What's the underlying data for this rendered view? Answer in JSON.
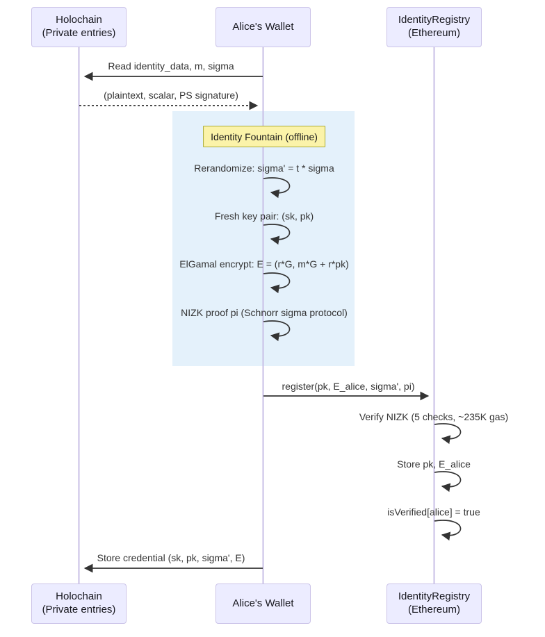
{
  "diagram_type": "sequence-diagram",
  "actors": [
    {
      "name": "Holochain",
      "sub": "(Private entries)"
    },
    {
      "name": "Alice's Wallet"
    },
    {
      "name": "IdentityRegistry",
      "sub": "(Ethereum)"
    }
  ],
  "note": {
    "label": "Identity Fountain (offline)"
  },
  "messages": [
    {
      "text": "Read identity_data, m, sigma",
      "from": "Alice's Wallet",
      "to": "Holochain",
      "line": "solid"
    },
    {
      "text": "(plaintext, scalar, PS signature)",
      "from": "Holochain",
      "to": "Alice's Wallet",
      "line": "dashed"
    },
    {
      "text": "Rerandomize: sigma' = t * sigma",
      "kind": "self",
      "actor": "Alice's Wallet"
    },
    {
      "text": "Fresh key pair: (sk, pk)",
      "kind": "self",
      "actor": "Alice's Wallet"
    },
    {
      "text": "ElGamal encrypt: E = (r*G, m*G + r*pk)",
      "kind": "self",
      "actor": "Alice's Wallet"
    },
    {
      "text": "NIZK proof pi (Schnorr sigma protocol)",
      "kind": "self",
      "actor": "Alice's Wallet"
    },
    {
      "text": "register(pk, E_alice, sigma', pi)",
      "from": "Alice's Wallet",
      "to": "IdentityRegistry",
      "line": "solid"
    },
    {
      "text": "Verify NIZK (5 checks, ~235K gas)",
      "kind": "self",
      "actor": "IdentityRegistry"
    },
    {
      "text": "Store pk, E_alice",
      "kind": "self",
      "actor": "IdentityRegistry"
    },
    {
      "text": "isVerified[alice] = true",
      "kind": "self",
      "actor": "IdentityRegistry"
    },
    {
      "text": "Store credential (sk, pk, sigma', E)",
      "from": "Alice's Wallet",
      "to": "Holochain",
      "line": "solid"
    }
  ],
  "colors": {
    "actor_fill": "#ECECFF",
    "actor_border": "#CBC3E8",
    "lifeline": "#C8BFE6",
    "arrow": "#333333",
    "message_text": "#333333",
    "note_fill": "#FBF3A9",
    "note_border": "#AAAA33",
    "offline_region_fill": "#E4F1FB",
    "background": "#FFFFFF"
  }
}
